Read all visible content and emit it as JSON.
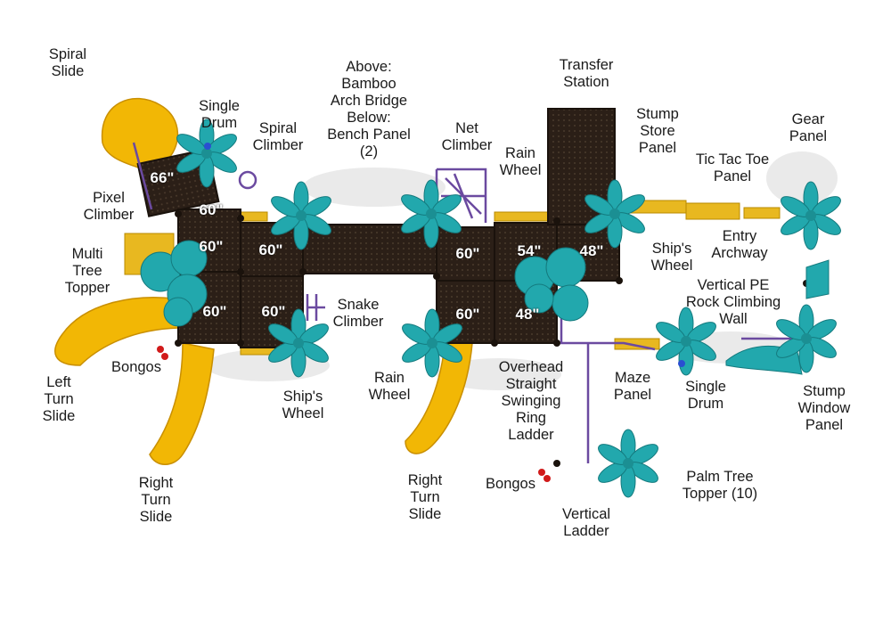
{
  "labels": {
    "spiral_slide": "Spiral\nSlide",
    "single_drum_top": "Single\nDrum",
    "spiral_climber": "Spiral\nClimber",
    "bamboo": "Above:\nBamboo\nArch Bridge\nBelow:\nBench Panel\n(2)",
    "net_climber": "Net\nClimber",
    "transfer_station": "Transfer\nStation",
    "rain_wheel_top": "Rain\nWheel",
    "stump_store": "Stump\nStore\nPanel",
    "gear_panel": "Gear\nPanel",
    "tic_tac_toe": "Tic Tac Toe\nPanel",
    "pixel_climber": "Pixel\nClimber",
    "multi_tree": "Multi\nTree\nTopper",
    "ships_wheel_right": "Ship's\nWheel",
    "entry_archway": "Entry\nArchway",
    "vertical_pe": "Vertical PE\nRock Climbing\nWall",
    "snake_climber": "Snake\nClimber",
    "bongos_left": "Bongos",
    "left_turn_slide": "Left\nTurn\nSlide",
    "ships_wheel_bottom": "Ship's\nWheel",
    "rain_wheel_bottom": "Rain\nWheel",
    "overhead": "Overhead\nStraight\nSwinging\nRing\nLadder",
    "maze_panel": "Maze\nPanel",
    "single_drum_bottom": "Single\nDrum",
    "stump_window": "Stump\nWindow\nPanel",
    "right_turn_left": "Right\nTurn\nSlide",
    "right_turn_mid": "Right\nTurn\nSlide",
    "bongos_bottom": "Bongos",
    "palm_tree": "Palm Tree\nTopper (10)",
    "vertical_ladder": "Vertical\nLadder"
  },
  "heights": {
    "h66": "66\"",
    "h60a": "60\"",
    "h60b": "60\"",
    "h60c": "60\"",
    "h60d": "60\"",
    "h60e": "60\"",
    "h60f": "60\"",
    "h60g": "60\"",
    "h54": "54\"",
    "h48a": "48\"",
    "h48b": "48\""
  },
  "colors": {
    "deck": "#2b1f17",
    "slide": "#f2b705",
    "palm": "#22a8ad",
    "frame": "#6b4aa0",
    "panel": "#e8b820",
    "bongos": "#d11a1a"
  }
}
